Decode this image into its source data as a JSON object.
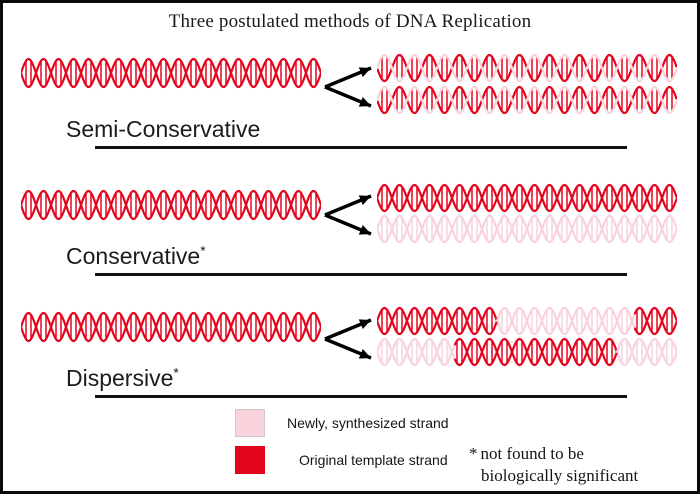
{
  "figure": {
    "title": "Three postulated methods of DNA Replication",
    "border_color": "#0a0a0a",
    "background": "#ffffff"
  },
  "colors": {
    "original_strand": "#e3051e",
    "new_strand": "#f9d2dc",
    "arrow": "#000000",
    "rule": "#111111",
    "text": "#151515"
  },
  "methods": [
    {
      "id": "semi-conservative",
      "label": "Semi-Conservative",
      "starred": false,
      "star": "",
      "parent_strand": {
        "composition": "original"
      },
      "daughter_strands": [
        {
          "description": "one original backbone and one newly synthesized backbone",
          "composition": "hybrid"
        },
        {
          "description": "one original backbone and one newly synthesized backbone",
          "composition": "hybrid"
        }
      ]
    },
    {
      "id": "conservative",
      "label": "Conservative",
      "starred": true,
      "star": "*",
      "parent_strand": {
        "composition": "original"
      },
      "daughter_strands": [
        {
          "description": "entirely original template strand",
          "composition": "original"
        },
        {
          "description": "entirely newly synthesized strand",
          "composition": "new"
        }
      ]
    },
    {
      "id": "dispersive",
      "label": "Dispersive",
      "starred": true,
      "star": "*",
      "parent_strand": {
        "composition": "original"
      },
      "daughter_strands": [
        {
          "description": "alternating original and newly synthesized segments",
          "composition": "mixed"
        },
        {
          "description": "alternating newly synthesized and original segments",
          "composition": "mixed"
        }
      ]
    }
  ],
  "legend": {
    "items": [
      {
        "swatch": "new-strand-swatch",
        "label": "Newly, synthesized strand",
        "color": "#f9d2dc"
      },
      {
        "swatch": "original-strand-swatch",
        "label": "Original template strand",
        "color": "#e3051e"
      }
    ]
  },
  "footnote": {
    "star": "*",
    "line1": "not found to be",
    "line2": "biologically significant"
  },
  "chart_data": {
    "type": "diagram",
    "title": "Three postulated methods of DNA Replication",
    "rows": [
      "Semi-Conservative",
      "Conservative*",
      "Dispersive*"
    ],
    "legend": [
      "Newly, synthesized strand",
      "Original template strand"
    ],
    "annotations": [
      "* not found to be biologically significant"
    ]
  }
}
